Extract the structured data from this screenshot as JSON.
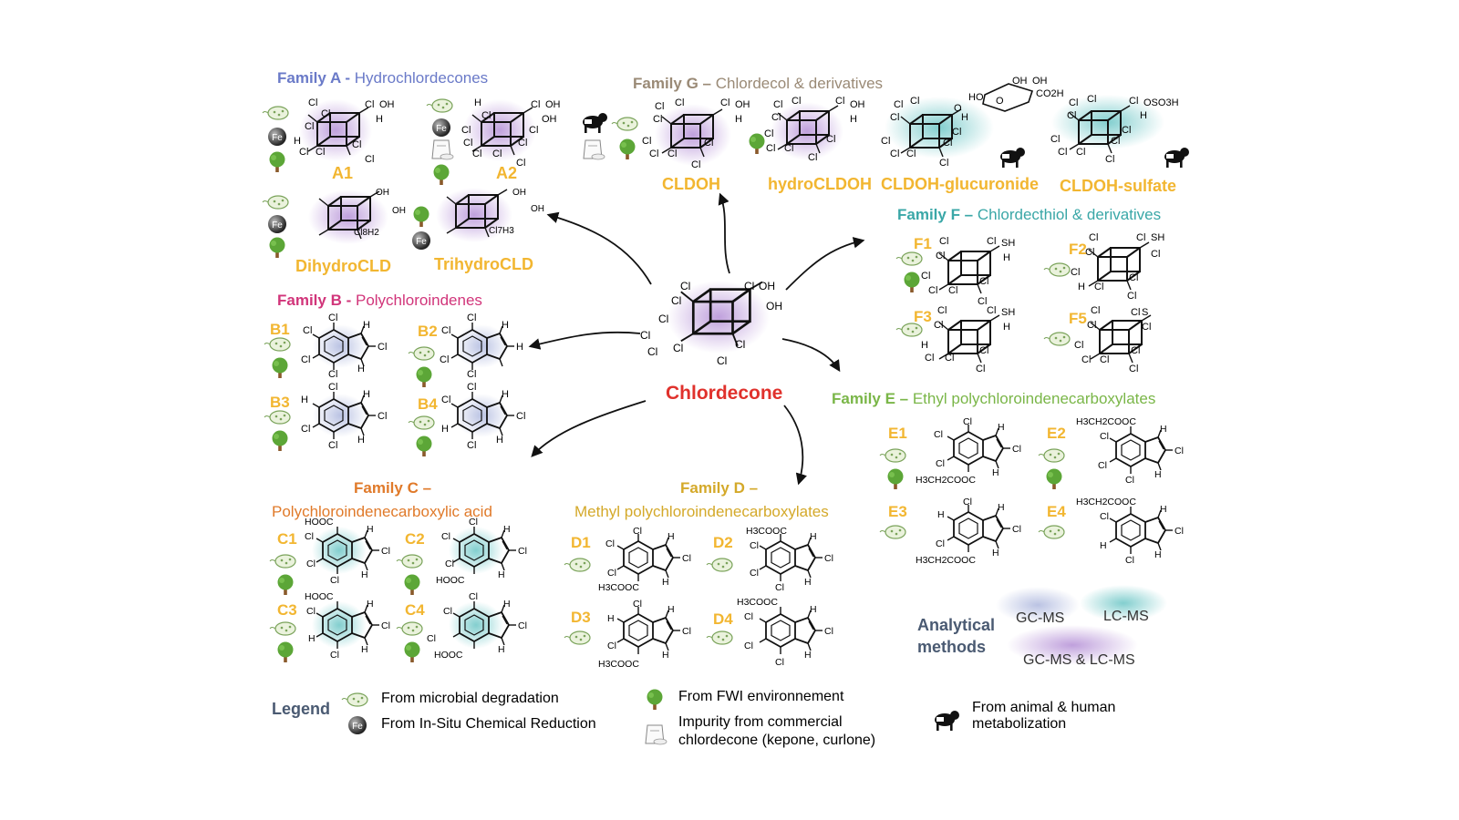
{
  "families": {
    "a": {
      "title": "Family A -",
      "name": "Hydrochlordecones",
      "color": "#6a7ac8"
    },
    "b": {
      "title": "Family B -",
      "name": "Polychloroindenes",
      "color": "#d1357a"
    },
    "c": {
      "title": "Family C –",
      "name": "Polychloroindenecarboxylic acid",
      "color": "#e07a2a"
    },
    "d": {
      "title": "Family D –",
      "name": "Methyl polychloroindenecarboxylates",
      "color": "#d4a92a"
    },
    "e": {
      "title": "Family E –",
      "name": "Ethyl polychloroindenecarboxylates",
      "color": "#7ab648"
    },
    "f": {
      "title": "Family F –",
      "name": "Chlordecthiol & derivatives",
      "color": "#3aa7a7"
    },
    "g": {
      "title": "Family G –",
      "name": "Chlordecol & derivatives",
      "color": "#9a8a76"
    }
  },
  "center": {
    "label": "Chlordecone",
    "color": "#e0312c"
  },
  "compounds": {
    "a1": "A1",
    "a2": "A2",
    "dihydro": "DihydroCLD",
    "trihydro": "TrihydroCLD",
    "b1": "B1",
    "b2": "B2",
    "b3": "B3",
    "b4": "B4",
    "c1": "C1",
    "c2": "C2",
    "c3": "C3",
    "c4": "C4",
    "d1": "D1",
    "d2": "D2",
    "d3": "D3",
    "d4": "D4",
    "e1": "E1",
    "e2": "E2",
    "e3": "E3",
    "e4": "E4",
    "f1": "F1",
    "f2": "F2",
    "f3": "F3",
    "f5": "F5",
    "cldoh": "CLDOH",
    "hydrocldoh": "hydroCLDOH",
    "gluc": "CLDOH-glucuronide",
    "sulf": "CLDOH-sulfate"
  },
  "analytical": {
    "title_line1": "Analytical",
    "title_line2": "methods",
    "gcms": "GC-MS",
    "lcms": "LC-MS",
    "both": "GC-MS & LC-MS",
    "gcms_color": "#c9cfe6",
    "lcms_color": "#a9dcdc",
    "both_color": "#c8acdc"
  },
  "legend": {
    "title": "Legend",
    "microbial": "From microbial degradation",
    "iscr": "From In-Situ Chemical Reduction",
    "fwi": "From FWI environnement",
    "impurity_line1": "Impurity from commercial",
    "impurity_line2": "chlordecone (kepone, curlone)",
    "animal_line1": "From animal & human",
    "animal_line2": "metabolization",
    "fe": "Fe"
  },
  "icons": [
    "microbe-icon",
    "iron-sphere-icon",
    "tree-icon",
    "impurity-bag-icon",
    "sheep-icon"
  ]
}
